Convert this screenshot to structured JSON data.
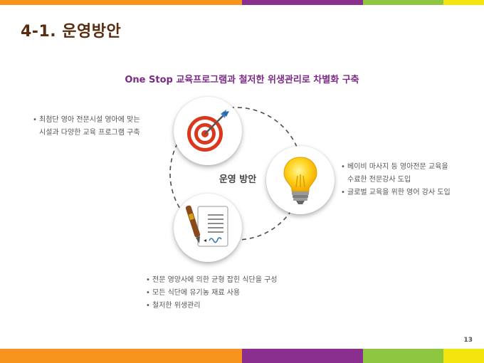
{
  "colors": {
    "orange": "#f7941d",
    "purple": "#8b2f8f",
    "green": "#8dc63f",
    "yellow": "#f5e50f",
    "title": "#5a2c10",
    "subtitle": "#7b2a86"
  },
  "header": {
    "title": "4-1. 운영방안",
    "subtitle": "One Stop 교육프로그램과 철저한 위생관리로 차별화 구축"
  },
  "diagram": {
    "center_label": "운영 방안",
    "icons": {
      "top": "target-icon",
      "right": "lightbulb-icon",
      "bottom": "document-pen-icon"
    }
  },
  "sections": {
    "target": {
      "items": [
        {
          "line1": "최첨단 영아 전문시설 영아에 맞는",
          "line2": "시설과 다양한 교육 프로그램 구축"
        }
      ]
    },
    "idea": {
      "items": [
        {
          "line1": "베이비 마사지 등 영아전문 교육을",
          "line2": "수료한 전문강사 도입"
        },
        {
          "line1": "글로벌 교육을 위한 영어 강사 도입",
          "line2": ""
        }
      ]
    },
    "document": {
      "items": [
        {
          "line1": "전문 영양사에 의한 균형 잡힌 식단을 구성",
          "line2": ""
        },
        {
          "line1": "모든 식단에 유기농 재료 사용",
          "line2": ""
        },
        {
          "line1": "철저한 위생관리",
          "line2": ""
        }
      ]
    }
  },
  "footer": {
    "page_number": "13"
  }
}
